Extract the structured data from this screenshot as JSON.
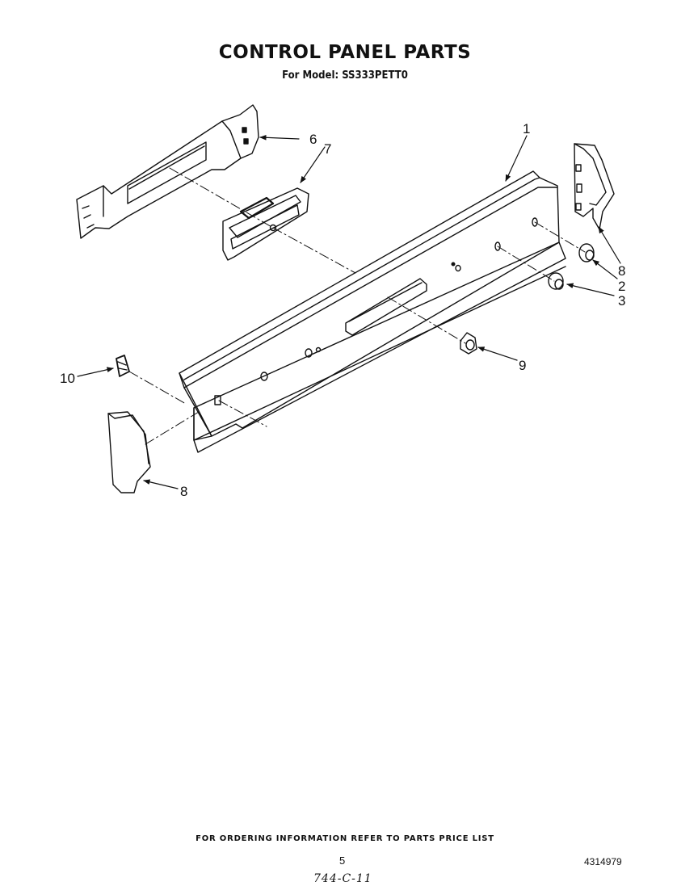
{
  "header": {
    "title": "CONTROL PANEL PARTS",
    "subtitle": "For Model: SS333PETT0"
  },
  "callouts": {
    "c1": "1",
    "c2": "2",
    "c3": "3",
    "c6": "6",
    "c7": "7",
    "c8_right": "8",
    "c8_left": "8",
    "c9": "9",
    "c10": "10"
  },
  "footer": {
    "note": "FOR ORDERING INFORMATION REFER TO PARTS PRICE LIST",
    "page_number": "5",
    "document_number": "4314979",
    "handwritten_code": "744-C-11"
  }
}
